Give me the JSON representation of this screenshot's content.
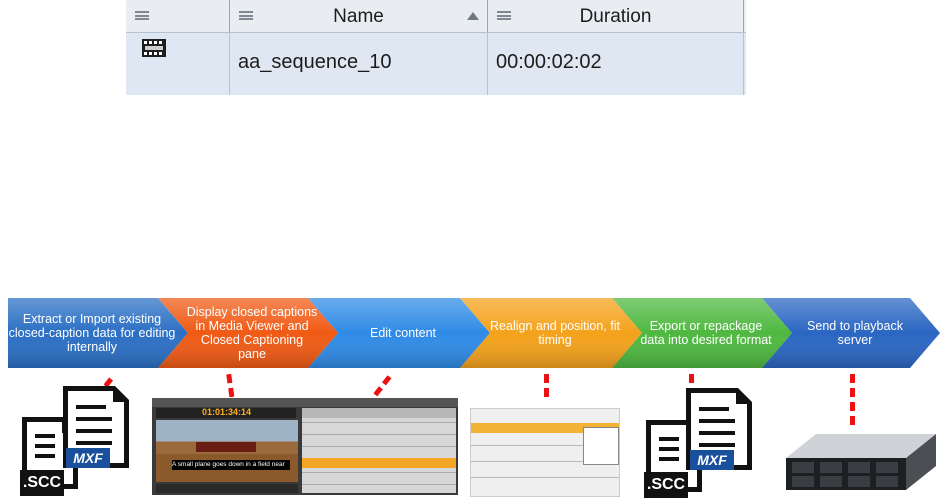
{
  "bin": {
    "columns": [
      {
        "label": ""
      },
      {
        "label": "Name"
      },
      {
        "label": "Duration"
      }
    ],
    "row": {
      "icon": "sequence-filmstrip-icon",
      "name": "aa_sequence_10",
      "duration": "00:00:02:02"
    }
  },
  "workflow": {
    "steps": [
      {
        "label": "Extract or Import existing closed-caption data for editing internally",
        "color": "#2b6fc4"
      },
      {
        "label": "Display closed captions in Media Viewer and Closed Captioning  pane",
        "color": "#f05a14"
      },
      {
        "label": "Edit content",
        "color": "#2f8be6"
      },
      {
        "label": "Realign and position, fit timing",
        "color": "#f4a21b"
      },
      {
        "label": "Export  or repackage data into desired format",
        "color": "#4fb840"
      },
      {
        "label": "Send to playback server",
        "color": "#2a66c2"
      }
    ]
  },
  "icons": {
    "left_docs": {
      "scc": ".SCC",
      "mxf": "MXF"
    },
    "right_docs": {
      "scc": ".SCC",
      "mxf": "MXF"
    }
  },
  "caption_preview": {
    "timecode": "01:01:34:14",
    "caption": "A small plane goes down in a field near"
  }
}
